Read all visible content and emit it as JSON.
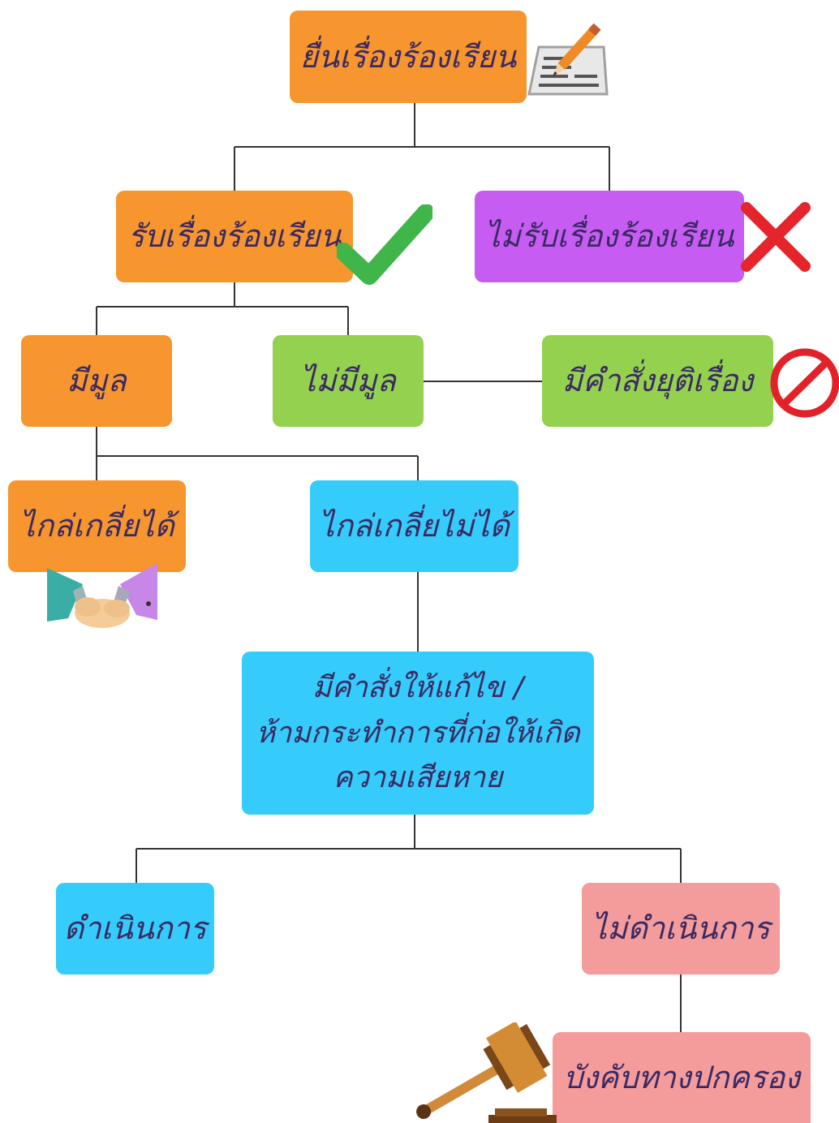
{
  "nodes": {
    "file_complaint": "ยื่นเรื่องร้องเรียน",
    "accept_complaint": "รับเรื่องร้องเรียน",
    "reject_complaint": "ไม่รับเรื่องร้องเรียน",
    "has_grounds": "มีมูล",
    "no_grounds": "ไม่มีมูล",
    "order_terminate": "มีคำสั่งยุติเรื่อง",
    "mediation_success": "ไกล่เกลี่ยได้",
    "mediation_fail": "ไกล่เกลี่ยไม่ได้",
    "order_remedy_lines": [
      "มีคำสั่งให้แก้ไข /",
      "ห้ามกระทำการที่ก่อให้เกิด",
      "ความเสียหาย"
    ],
    "comply": "ดำเนินการ",
    "not_comply": "ไม่ดำเนินการ",
    "administrative_enforcement": "บังคับทางปกครอง"
  },
  "colors": {
    "orange": "#f7952e",
    "purple": "#c75cf2",
    "green": "#93d14f",
    "blue": "#35cbfa",
    "pink": "#f49b9b",
    "text": "#3a2a63"
  },
  "icons": [
    "document-pen-icon",
    "checkmark-icon",
    "cross-icon",
    "prohibited-icon",
    "handshake-icon",
    "gavel-icon"
  ]
}
